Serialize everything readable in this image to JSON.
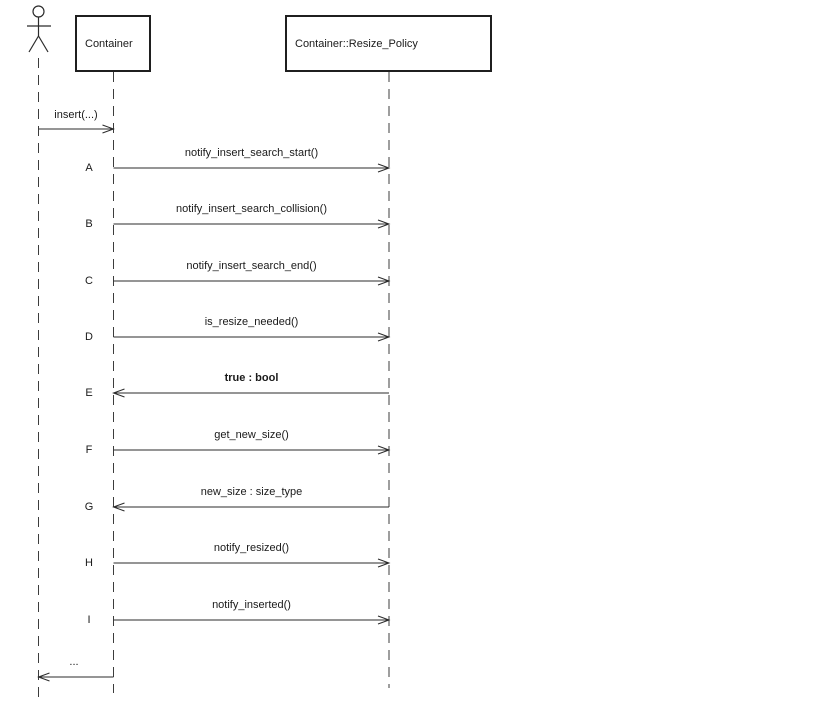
{
  "diagram": {
    "kind": "uml-sequence-diagram",
    "colors": {
      "background": "#ffffff",
      "line": "#2b2b2b",
      "text": "#1a1a1a"
    },
    "participants": [
      {
        "id": "user",
        "kind": "actor",
        "label": ""
      },
      {
        "id": "container",
        "kind": "object",
        "label": "Container"
      },
      {
        "id": "resize_policy",
        "kind": "object",
        "label": "Container::Resize_Policy"
      }
    ],
    "messages": [
      {
        "letter": "",
        "label": "insert(...)",
        "from": "user",
        "to": "container",
        "direction": "right"
      },
      {
        "letter": "A",
        "label": "notify_insert_search_start()",
        "from": "container",
        "to": "resize_policy",
        "direction": "right"
      },
      {
        "letter": "B",
        "label": "notify_insert_search_collision()",
        "from": "container",
        "to": "resize_policy",
        "direction": "right"
      },
      {
        "letter": "C",
        "label": "notify_insert_search_end()",
        "from": "container",
        "to": "resize_policy",
        "direction": "right"
      },
      {
        "letter": "D",
        "label": "is_resize_needed()",
        "from": "container",
        "to": "resize_policy",
        "direction": "right"
      },
      {
        "letter": "E",
        "label": "true : bool",
        "from": "resize_policy",
        "to": "container",
        "direction": "left",
        "emphasis": "bold"
      },
      {
        "letter": "F",
        "label": "get_new_size()",
        "from": "container",
        "to": "resize_policy",
        "direction": "right"
      },
      {
        "letter": "G",
        "label": "new_size : size_type",
        "from": "resize_policy",
        "to": "container",
        "direction": "left"
      },
      {
        "letter": "H",
        "label": "notify_resized()",
        "from": "container",
        "to": "resize_policy",
        "direction": "right"
      },
      {
        "letter": "I",
        "label": "notify_inserted()",
        "from": "container",
        "to": "resize_policy",
        "direction": "right"
      },
      {
        "letter": "",
        "label": "...",
        "from": "container",
        "to": "user",
        "direction": "left"
      }
    ]
  }
}
